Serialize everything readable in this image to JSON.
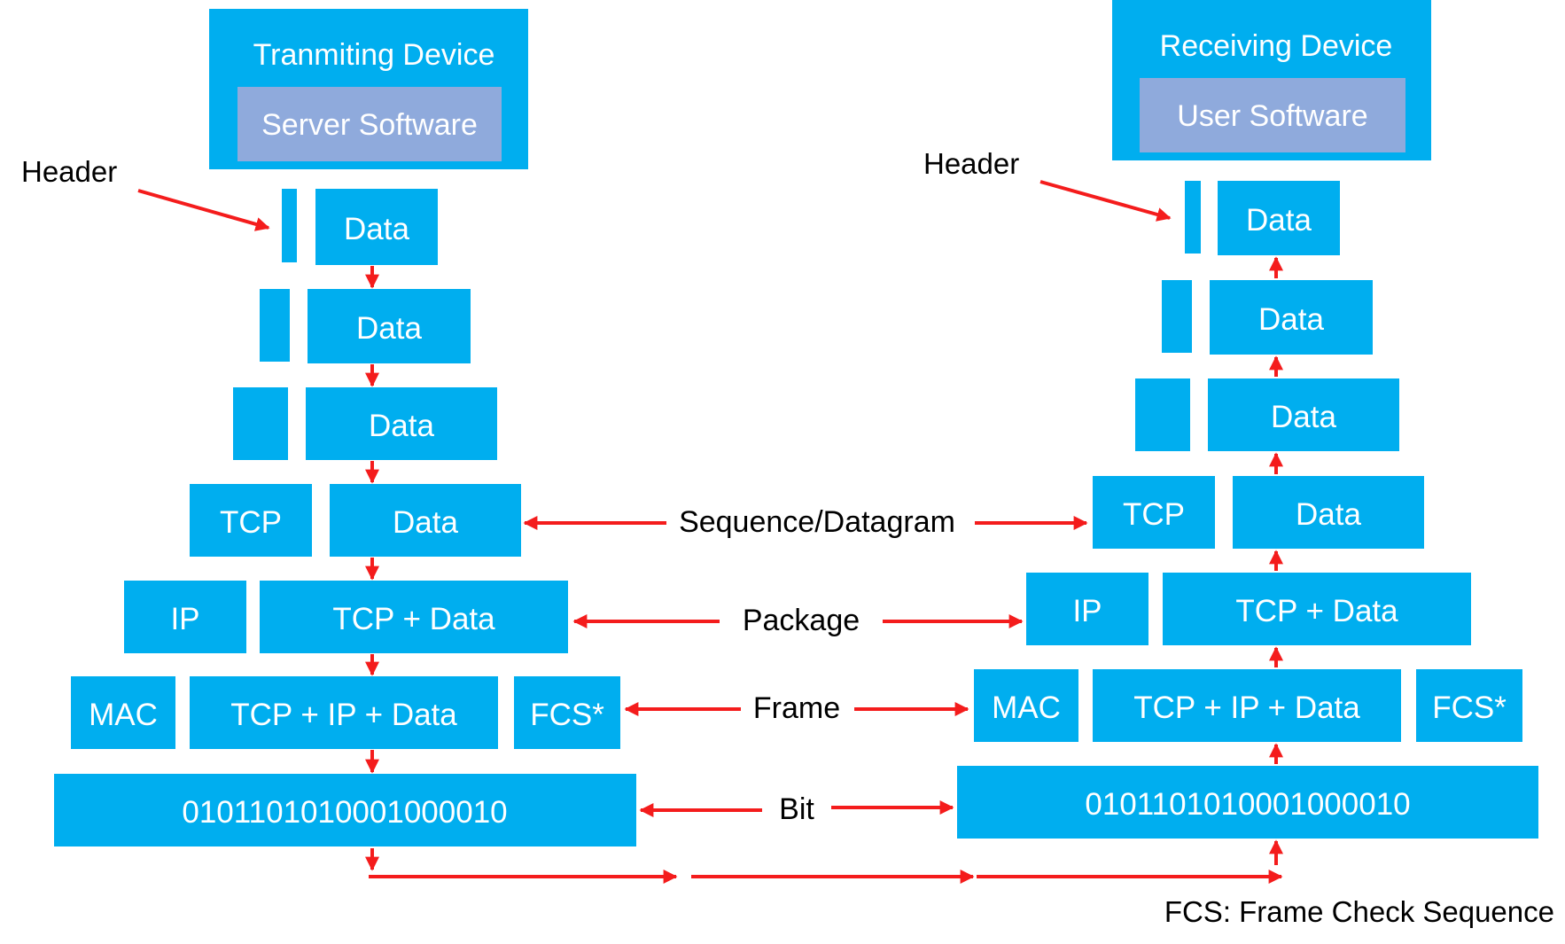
{
  "transmit": {
    "device_title": "Tranmiting Device",
    "software": "Server Software",
    "header_label": "Header",
    "data_label": "Data",
    "tcp_label": "TCP",
    "ip_label": "IP",
    "tcp_data_label": "TCP + Data",
    "mac_label": "MAC",
    "tcp_ip_data_label": "TCP + IP + Data",
    "fcs_label": "FCS*",
    "bits": "0101101010001000010"
  },
  "receive": {
    "device_title": "Receiving Device",
    "software": "User Software",
    "header_label": "Header",
    "data_label": "Data",
    "tcp_label": "TCP",
    "ip_label": "IP",
    "tcp_data_label": "TCP + Data",
    "mac_label": "MAC",
    "tcp_ip_data_label": "TCP + IP + Data",
    "fcs_label": "FCS*",
    "bits": "0101101010001000010"
  },
  "units": {
    "segment": "Sequence/Datagram",
    "packet": "Package",
    "frame": "Frame",
    "bit": "Bit"
  },
  "footnote": "FCS: Frame Check Sequence",
  "colors": {
    "box": "#00AEEF",
    "software_box": "#8FAADC",
    "arrow": "#F41C1C",
    "text_on_box": "#FFFFFF",
    "label": "#000000"
  }
}
